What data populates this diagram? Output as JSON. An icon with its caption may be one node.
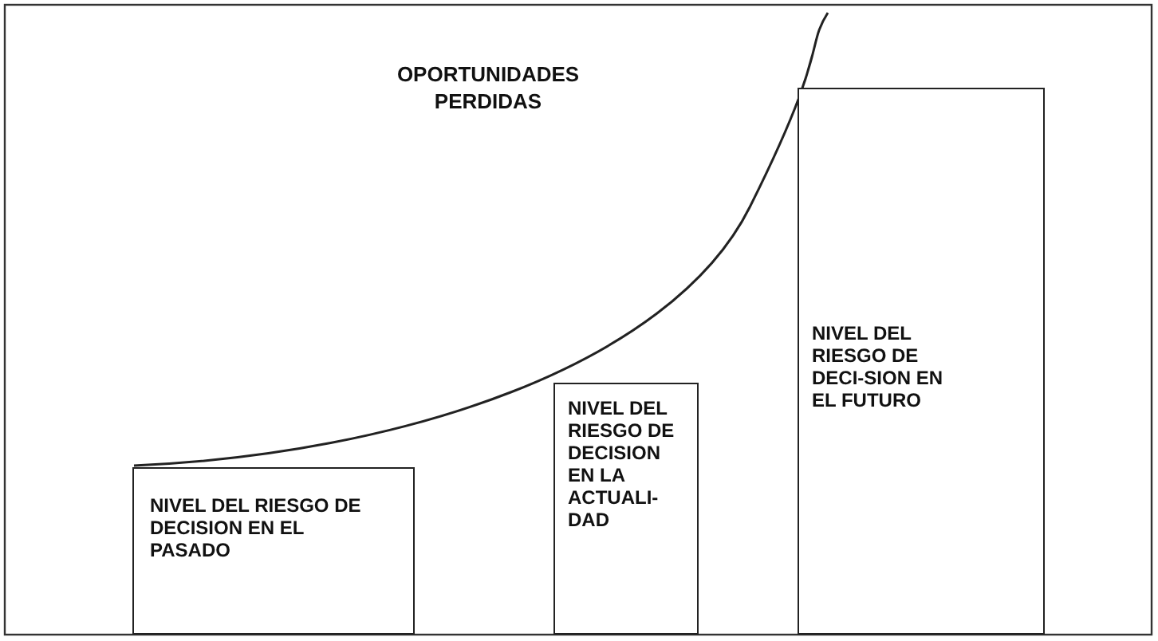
{
  "diagram": {
    "nodes": [
      {
        "text": [
          "NIVEL DEL RIESGO DE DECISION EN EL PASADO"
        ]
      },
      {
        "text": [
          "NIVEL DEL RIESGO DE DECISION EN LA ACTUALI-DAD"
        ]
      },
      {
        "text": [
          "NIVEL DEL RIESGO DE DECI-SION EN EL FUTURO"
        ]
      }
    ],
    "edges": [],
    "labels": [
      "OPORTUNIDADES PERDIDAS"
    ]
  }
}
